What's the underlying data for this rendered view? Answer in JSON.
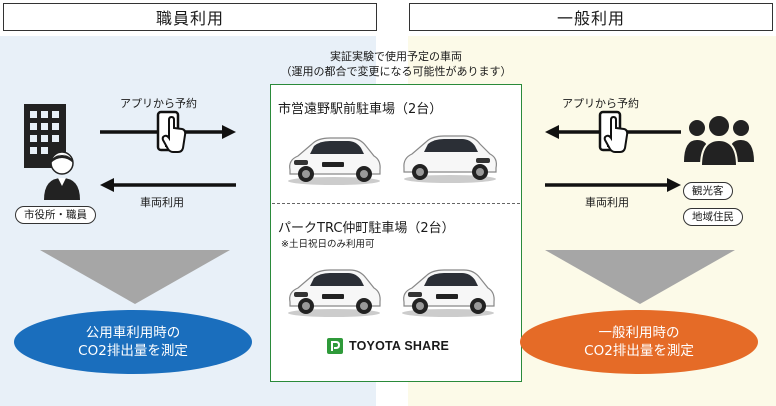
{
  "headers": {
    "left": "職員利用",
    "right": "一般利用"
  },
  "center": {
    "title_line1": "実証実験で使用予定の車両",
    "title_line2": "（運用の都合で変更になる可能性があります）",
    "lot1_name": "市営遠野駅前駐車場（2台）",
    "lot2_name": "パークTRC仲町駐車場（2台）",
    "lot2_note": "※土日祝日のみ利用可",
    "brand_logo_text": "TOYOTA SHARE"
  },
  "left": {
    "arrow_top_label": "アプリから予約",
    "arrow_bottom_label": "車両利用",
    "actor_label": "市役所・職員",
    "result_line1": "公用車利用時の",
    "result_line2": "CO2排出量を測定"
  },
  "right": {
    "arrow_top_label": "アプリから予約",
    "arrow_bottom_label": "車両利用",
    "actor_label1": "観光客",
    "actor_label2": "地域住民",
    "result_line1": "一般利用時の",
    "result_line2": "CO2排出量を測定"
  },
  "icons": {
    "building": "building-icon",
    "person": "person-icon",
    "group": "group-icon",
    "smartphone": "smartphone-tap-icon",
    "car": "car-icon",
    "brand_logo": "toyota-share-logo"
  },
  "colors": {
    "left_bg": "#e8f0f8",
    "right_bg": "#fcfae8",
    "left_result": "#1a6ebd",
    "right_result": "#e56b27",
    "center_border": "#2a8a3a",
    "brand_green": "#2f9a3a",
    "funnel_gray": "#a6a6a6"
  }
}
